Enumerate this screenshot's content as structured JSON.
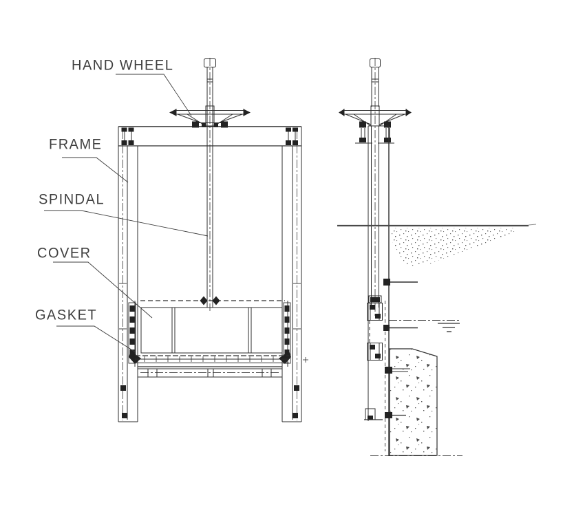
{
  "labels": {
    "hand_wheel": "HAND WHEEL",
    "frame": "FRAME",
    "spindal": "SPINDAL",
    "cover": "COVER",
    "gasket": "GASKET"
  },
  "colors": {
    "line": "#2e2e2e",
    "label_text": "#3f3f3f",
    "ground_line": "#4a4a4a",
    "background": "#ffffff"
  },
  "icons": {
    "water_level": "water-level-symbol",
    "ground": "ground-hatch-stipple",
    "concrete": "concrete-hatch"
  }
}
